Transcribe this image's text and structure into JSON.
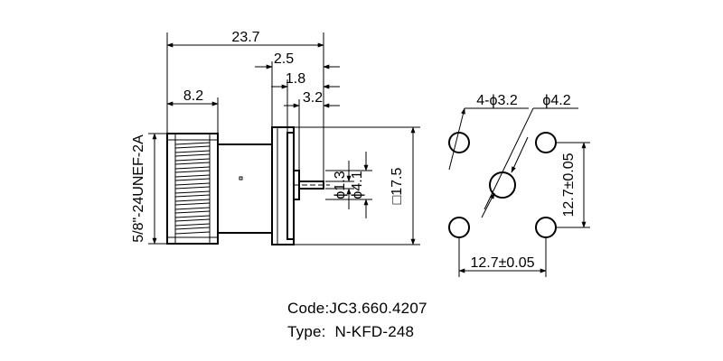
{
  "side_view": {
    "overall_length": "23.7",
    "flange_to_pin_tip": "2.5",
    "offset_1": "1.8",
    "pin_extension": "3.2",
    "thread_length": "8.2",
    "thread_spec": "5/8\"-24UNEF-2A",
    "pin_diameter": "ϕ1.3",
    "dielectric_diameter": "ϕ4.1",
    "flange_square": "□17.5"
  },
  "front_view": {
    "mount_holes": "4-ϕ3.2",
    "center_hole": "ϕ4.2",
    "hole_spacing_vertical": "12.7±0.05",
    "hole_spacing_horizontal": "12.7±0.05"
  },
  "info": {
    "code_label": "Code:",
    "code_value": "JC3.660.4207",
    "type_label": "Type:",
    "type_value": "N-KFD-248"
  }
}
